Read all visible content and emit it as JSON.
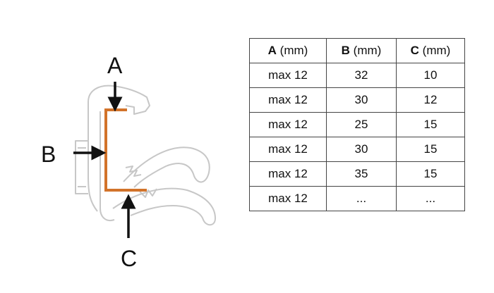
{
  "diagram": {
    "label_a": "A",
    "label_b": "B",
    "label_c": "C",
    "accent_color": "#d2732a"
  },
  "table": {
    "headers": [
      {
        "letter": "A",
        "unit": "(mm)"
      },
      {
        "letter": "B",
        "unit": "(mm)"
      },
      {
        "letter": "C",
        "unit": "(mm)"
      }
    ],
    "rows": [
      [
        "max 12",
        "32",
        "10"
      ],
      [
        "max 12",
        "30",
        "12"
      ],
      [
        "max 12",
        "25",
        "15"
      ],
      [
        "max 12",
        "30",
        "15"
      ],
      [
        "max 12",
        "35",
        "15"
      ],
      [
        "max 12",
        "...",
        "..."
      ]
    ]
  }
}
